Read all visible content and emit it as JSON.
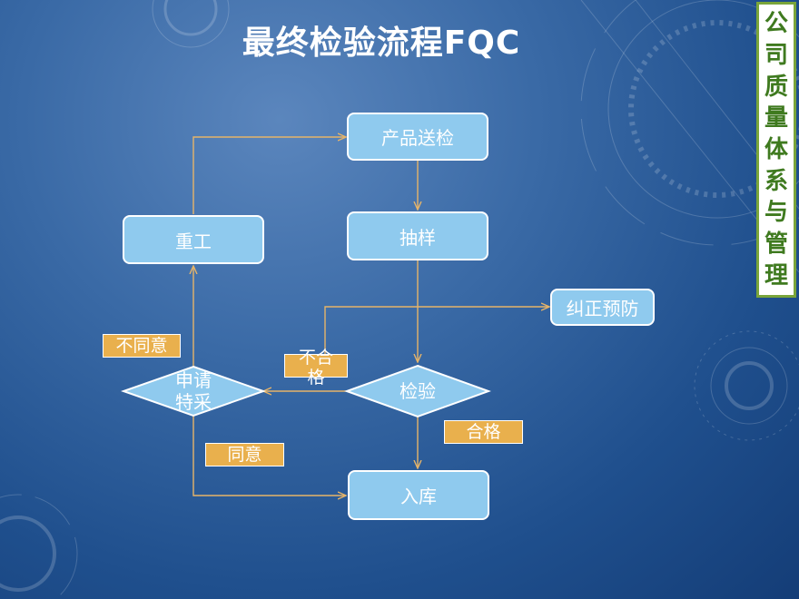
{
  "title": "最终检验流程FQC",
  "side_label": [
    "公",
    "司",
    "质",
    "量",
    "体",
    "系",
    "与",
    "管",
    "理"
  ],
  "nodes": {
    "inspect_submit": "产品送检",
    "sampling": "抽样",
    "rework": "重工",
    "corrective": "纠正预防",
    "inspection": "检验",
    "special_request_line1": "申请",
    "special_request_line2": "特采",
    "warehouse": "入库"
  },
  "labels": {
    "disagree": "不同意",
    "fail_line1": "不合",
    "fail_line2": "格",
    "pass": "合格",
    "agree": "同意"
  },
  "colors": {
    "node_fill": "#8fcaee",
    "tag_fill": "#e9b04d",
    "connector": "#e6b469",
    "side_border": "#7aa53a"
  }
}
